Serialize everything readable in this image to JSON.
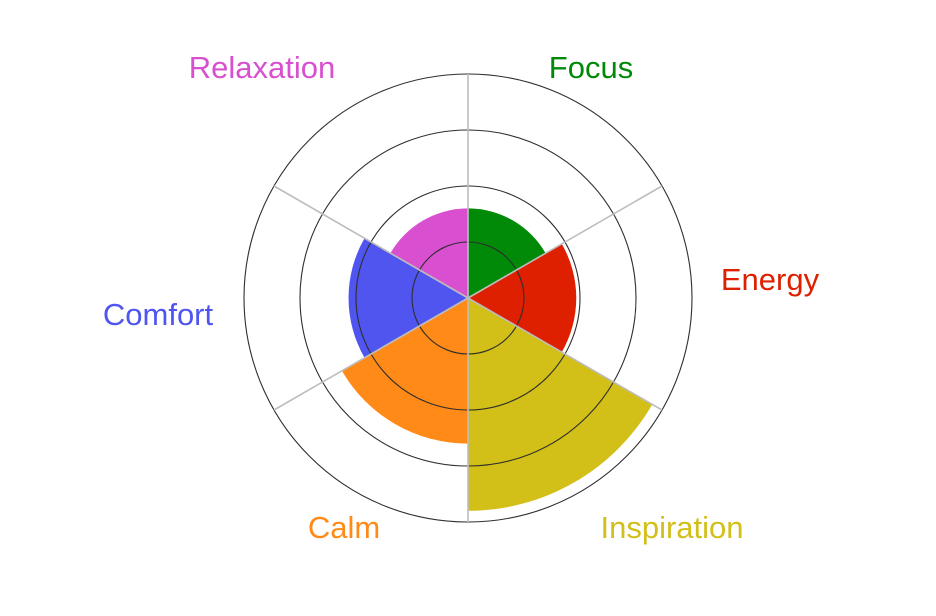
{
  "chart_data": {
    "type": "polar-area",
    "categories": [
      "Focus",
      "Energy",
      "Inspiration",
      "Calm",
      "Comfort",
      "Relaxation"
    ],
    "values": [
      2.4,
      2.9,
      5.7,
      3.9,
      3.2,
      2.4
    ],
    "colors": [
      "#008a08",
      "#df2000",
      "#d2bf18",
      "#ff8a18",
      "#4f55ee",
      "#d850d0"
    ],
    "rmax": 6,
    "rings": [
      1.5,
      3,
      4.5,
      6
    ],
    "grid": true,
    "legend": "none"
  }
}
